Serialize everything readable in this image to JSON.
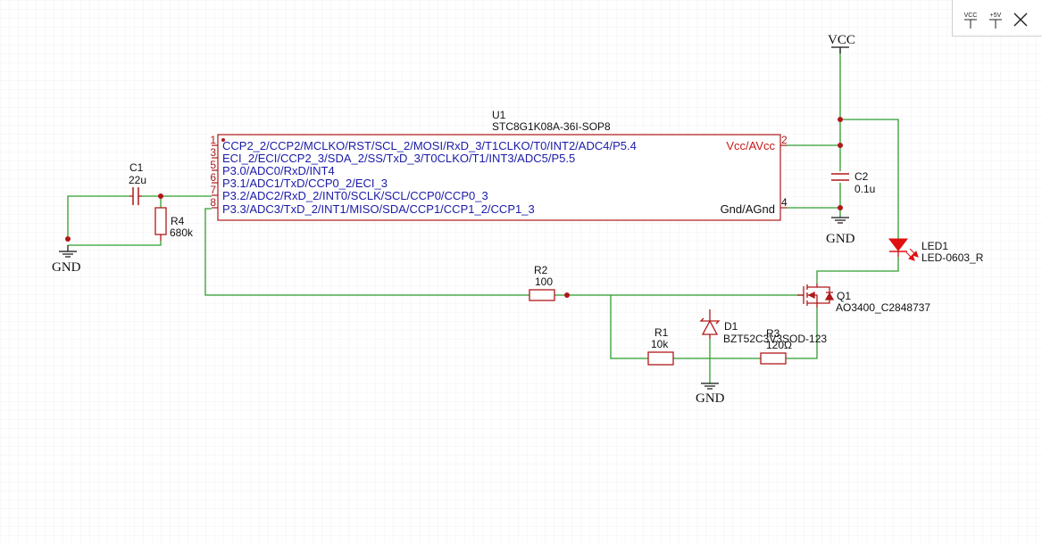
{
  "colors": {
    "wire": "#2e9d2e",
    "component": "#b01818",
    "label": "#111111",
    "pin_name": "#1a1aa8",
    "power_pin": "#c81818",
    "junction": "#b01818",
    "led": "#e01010",
    "grid": "#eeeeee"
  },
  "toolbar": {
    "vcc_tool": "VCC",
    "plus5v_tool": "+5V",
    "vcc_icon": "power-flag-icon",
    "plus5v_icon": "power-flag-icon",
    "noconnect_icon": "no-connect-icon"
  },
  "u1": {
    "designator": "U1",
    "part": "STC8G1K08A-36I-SOP8",
    "pins_left": [
      {
        "num": "1",
        "name": "CCP2_2/CCP2/MCLKO/RST/SCL_2/MOSI/RxD_3/T1CLKO/T0/INT2/ADC4/P5.4"
      },
      {
        "num": "3",
        "name": "ECI_2/ECI/CCP2_3/SDA_2/SS/TxD_3/T0CLKO/T1/INT3/ADC5/P5.5"
      },
      {
        "num": "5",
        "name": "P3.0/ADC0/RxD/INT4"
      },
      {
        "num": "6",
        "name": "P3.1/ADC1/TxD/CCP0_2/ECI_3"
      },
      {
        "num": "7",
        "name": "P3.2/ADC2/RxD_2/INT0/SCLK/SCL/CCP0/CCP0_3"
      },
      {
        "num": "8",
        "name": "P3.3/ADC3/TxD_2/INT1/MISO/SDA/CCP1/CCP1_2/CCP1_3"
      }
    ],
    "pins_right": [
      {
        "num": "2",
        "name": "Vcc/AVcc"
      },
      {
        "num": "4",
        "name": "Gnd/AGnd"
      }
    ]
  },
  "c1": {
    "designator": "C1",
    "value": "22u"
  },
  "r4": {
    "designator": "R4",
    "value": "680k"
  },
  "c2": {
    "designator": "C2",
    "value": "0.1u"
  },
  "r2": {
    "designator": "R2",
    "value": "100"
  },
  "r1": {
    "designator": "R1",
    "value": "10k"
  },
  "r3": {
    "designator": "R3",
    "value": "120Ω"
  },
  "d1": {
    "designator": "D1",
    "value": "BZT52C3V3SOD-123"
  },
  "q1": {
    "designator": "Q1",
    "value": "AO3400_C2848737"
  },
  "led1": {
    "designator": "LED1",
    "value": "LED-0603_R"
  },
  "nets": {
    "vcc": "VCC",
    "gnd_left": "GND",
    "gnd_c2": "GND",
    "gnd_d1": "GND"
  }
}
